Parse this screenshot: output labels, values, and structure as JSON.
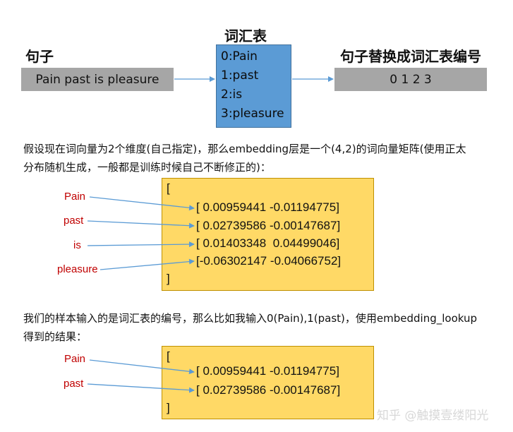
{
  "top": {
    "sentence_heading": "句子",
    "sentence_text": "Pain past is pleasure",
    "vocab_heading": "词汇表",
    "vocab_items": [
      "0:Pain",
      "1:past",
      "2:is",
      "3:pleasure"
    ],
    "replaced_heading": "句子替换成词汇表编号",
    "replaced_text": "0 1 2 3"
  },
  "para1": {
    "line1": "假设现在词向量为2个维度(自己指定)，那么embedding层是一个(4,2)的词向量矩阵(使用正太",
    "line2": "分布随机生成，一般都是训练时候自己不断修正的)："
  },
  "matrix1": {
    "open": "[",
    "close": "]",
    "rows": [
      "[ 0.00959441 -0.01194775]",
      "[ 0.02739586 -0.00147687]",
      "[ 0.01403348  0.04499046]",
      "[-0.06302147 -0.04066752]"
    ],
    "labels": [
      "Pain",
      "past",
      "is",
      "pleasure"
    ]
  },
  "para2": {
    "line1": "我们的样本输入的是词汇表的编号，那么比如我输入0(Pain),1(past)，使用embedding_lookup",
    "line2": "得到的结果："
  },
  "matrix2": {
    "open": "[",
    "close": "]",
    "rows": [
      "[ 0.00959441 -0.01194775]",
      "[ 0.02739586 -0.00147687]"
    ],
    "labels": [
      "Pain",
      "past"
    ]
  },
  "watermark": "知乎 @触摸壹缕阳光",
  "colors": {
    "arrow": "#5b9bd5",
    "label_red": "#c00000",
    "yellow_box": "#ffd966",
    "gray_box": "#a6a6a6",
    "vocab_blue": "#5b9bd5"
  }
}
